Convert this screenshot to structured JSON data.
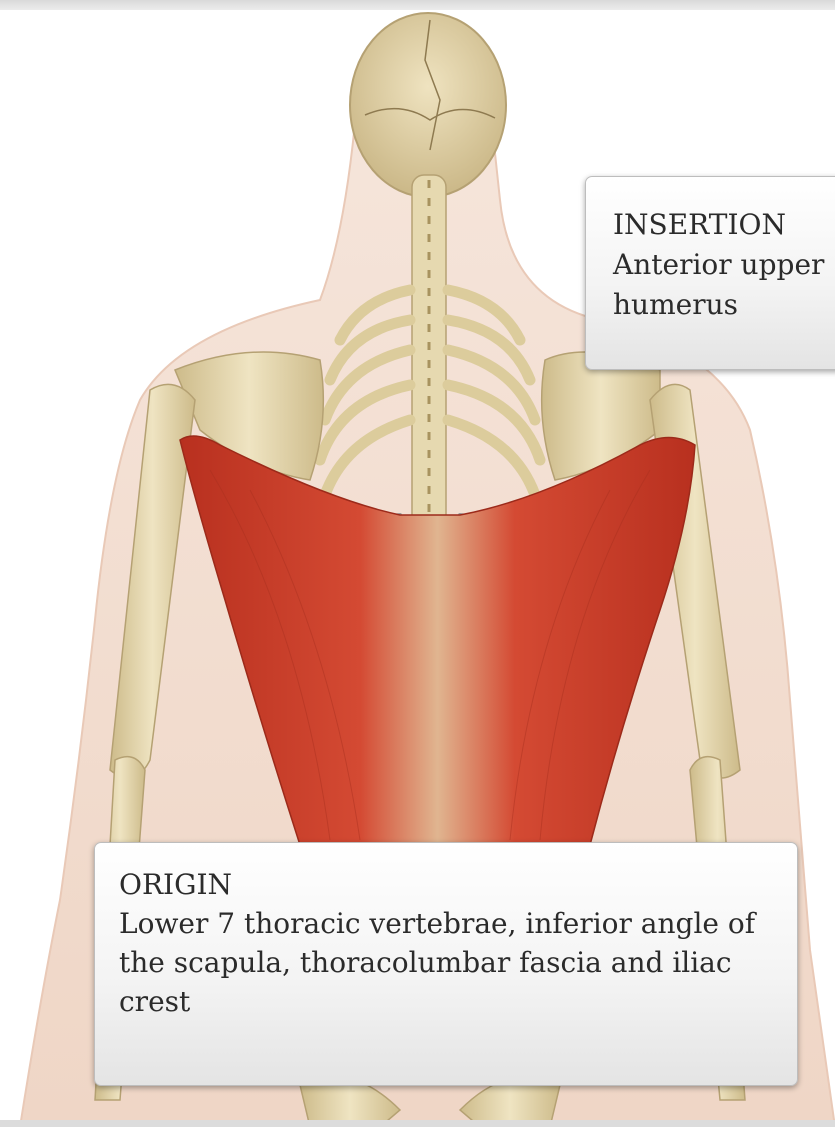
{
  "insertion": {
    "heading": "INSERTION",
    "text": "Anterior upper humerus"
  },
  "origin": {
    "heading": "ORIGIN",
    "text": "Lower 7 thoracic vertebrae, inferior angle of the scapula, thoracolumbar fascia and iliac crest"
  },
  "colors": {
    "muscle": "#c8402c",
    "bone": "#e8dcb4",
    "skin": "#f3e1d6",
    "panel": "#f2f2f2"
  }
}
